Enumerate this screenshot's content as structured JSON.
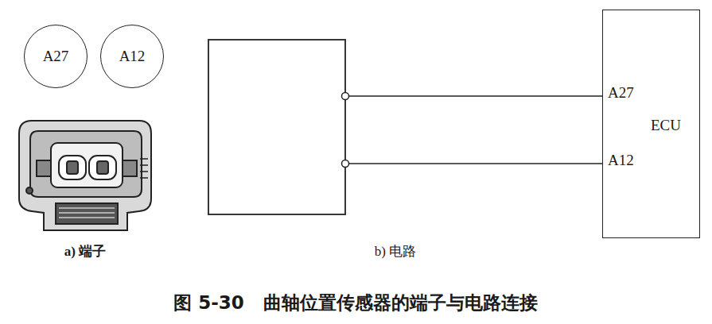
{
  "diagram": {
    "caption": "图 5-30   曲轴位置传感器的端子与电路连接",
    "nodes": [
      {
        "text": [
          "A27"
        ]
      },
      {
        "text": [
          "A12"
        ]
      },
      {
        "text": [
          "ECU"
        ]
      }
    ],
    "labels": [
      "A27",
      "A12",
      "a) 端子",
      "b) 电路"
    ]
  }
}
